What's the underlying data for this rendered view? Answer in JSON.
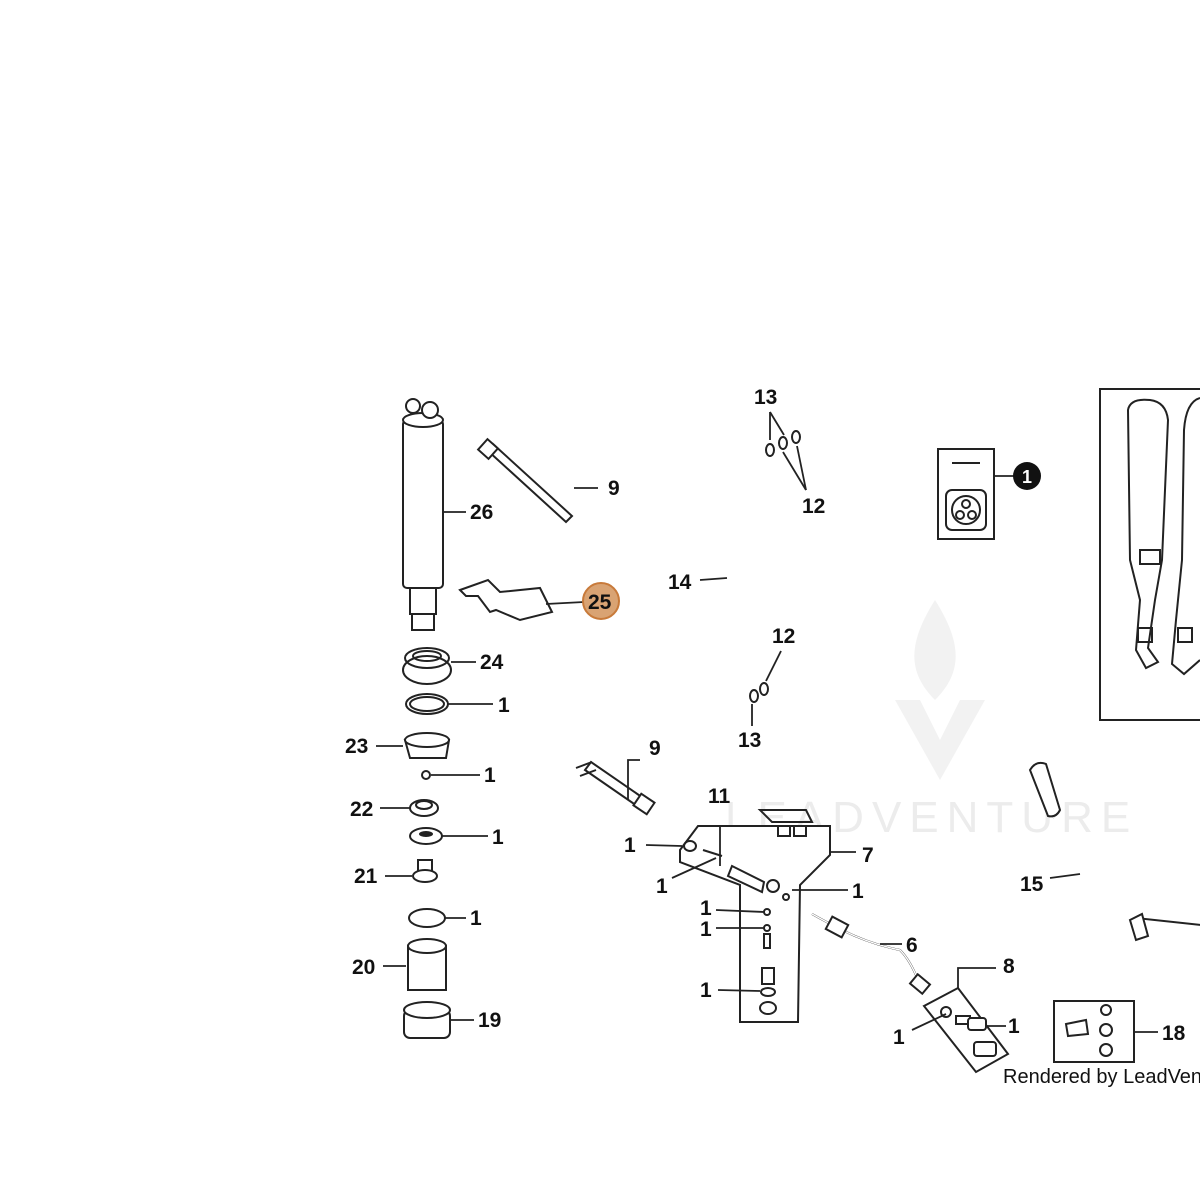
{
  "diagram": {
    "watermark": "LEADVENTURE",
    "credit": "Rendered by LeadVenture",
    "highlight_color": "#d9a373",
    "highlight_border": "#c87a3a",
    "callouts": {
      "c26": "26",
      "c9a": "9",
      "c25": "25",
      "c24": "24",
      "c1a": "1",
      "c23": "23",
      "c1b": "1",
      "c22": "22",
      "c1c": "1",
      "c21": "21",
      "c1d": "1",
      "c20": "20",
      "c19": "19",
      "c13a": "13",
      "c12a": "12",
      "c14": "14",
      "c12b": "12",
      "c13b": "13",
      "c9b": "9",
      "c11": "11",
      "c1e": "1",
      "c7": "7",
      "c1f": "1",
      "c1g": "1",
      "c1h": "1",
      "c1i": "1",
      "c1j": "1",
      "c6": "6",
      "c8": "8",
      "c1k": "1",
      "c1l": "1",
      "c15": "15",
      "c18": "18",
      "c1kit": "1"
    }
  }
}
